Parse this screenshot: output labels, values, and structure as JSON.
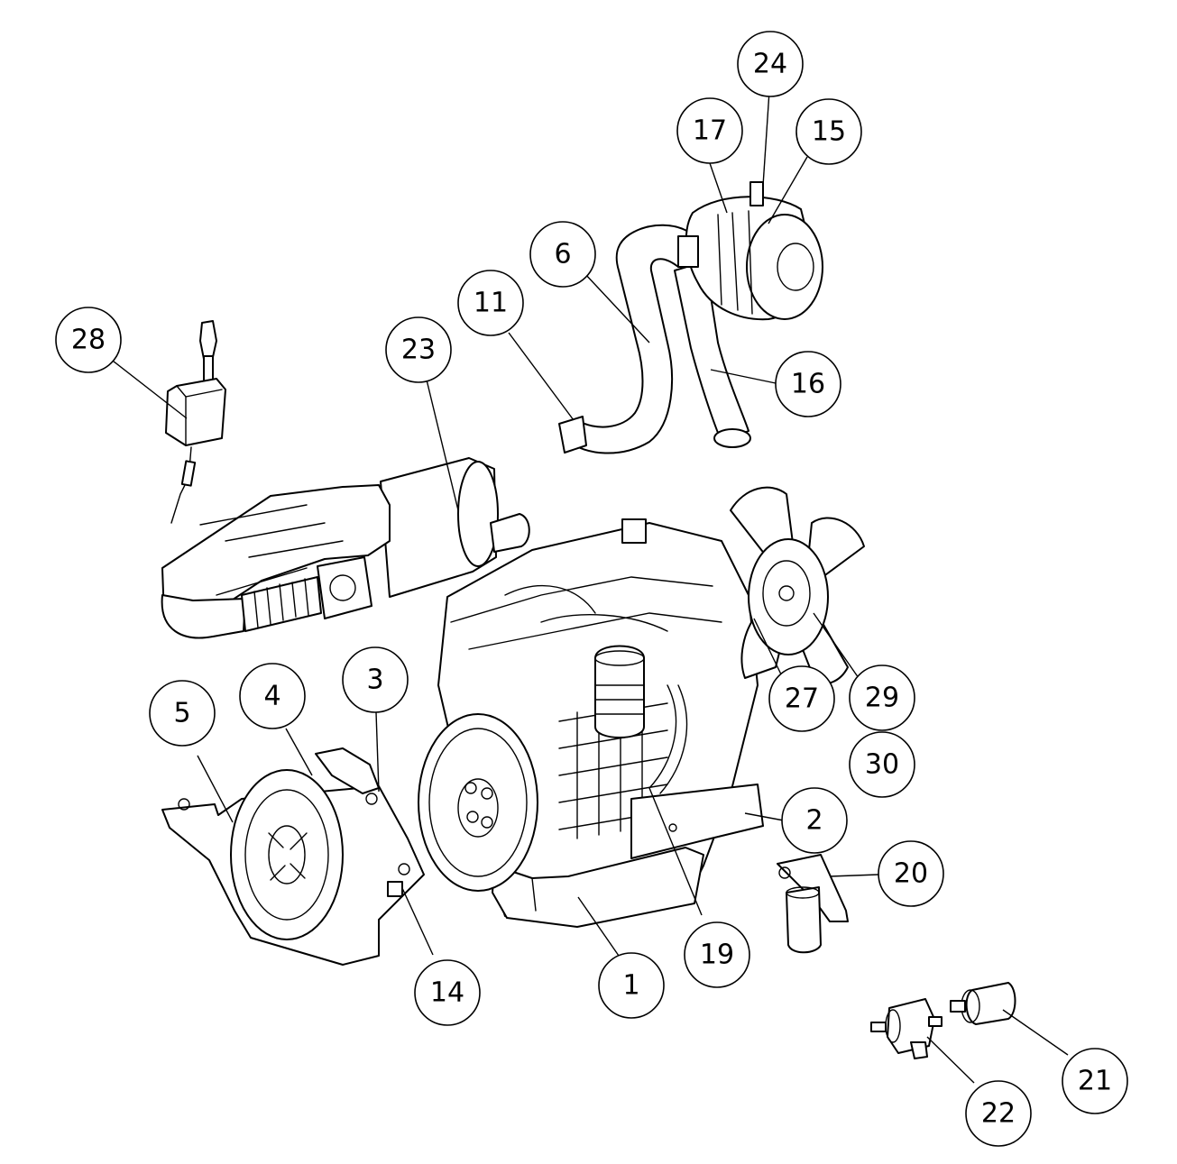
{
  "callouts": [
    {
      "id": "1",
      "label": "1"
    },
    {
      "id": "2",
      "label": "2"
    },
    {
      "id": "3",
      "label": "3"
    },
    {
      "id": "4",
      "label": "4"
    },
    {
      "id": "5",
      "label": "5"
    },
    {
      "id": "6",
      "label": "6"
    },
    {
      "id": "11",
      "label": "11"
    },
    {
      "id": "14",
      "label": "14"
    },
    {
      "id": "15",
      "label": "15"
    },
    {
      "id": "16",
      "label": "16"
    },
    {
      "id": "17",
      "label": "17"
    },
    {
      "id": "19",
      "label": "19"
    },
    {
      "id": "20",
      "label": "20"
    },
    {
      "id": "21",
      "label": "21"
    },
    {
      "id": "22",
      "label": "22"
    },
    {
      "id": "23",
      "label": "23"
    },
    {
      "id": "24",
      "label": "24"
    },
    {
      "id": "27",
      "label": "27"
    },
    {
      "id": "28",
      "label": "28"
    },
    {
      "id": "29",
      "label": "29"
    },
    {
      "id": "30",
      "label": "30"
    }
  ]
}
